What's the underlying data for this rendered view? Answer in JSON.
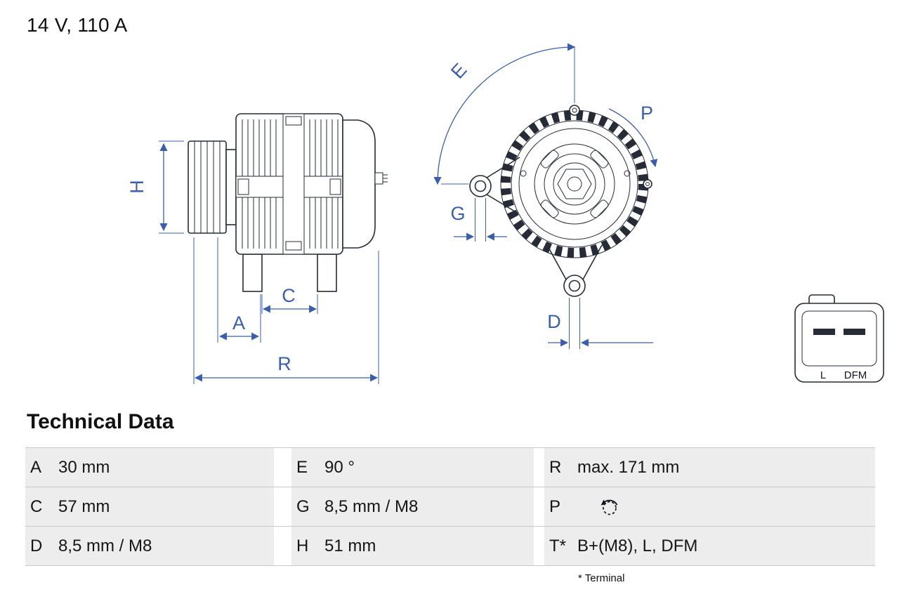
{
  "title": "14 V, 110 A",
  "section_title": "Technical Data",
  "footnote": "* Terminal",
  "diagram": {
    "labels": {
      "H": "H",
      "A": "A",
      "C": "C",
      "R": "R",
      "E": "E",
      "G": "G",
      "D": "D",
      "P": "P"
    },
    "connector": {
      "pin_left": "L",
      "pin_right": "DFM"
    },
    "icons": {
      "rotation": "rotation-direction-icon"
    },
    "colors": {
      "dimension_blue": "#3a5fa8",
      "part_dark": "#262b36"
    }
  },
  "table": {
    "rows": [
      [
        {
          "key": "A",
          "value": "30 mm"
        },
        {
          "key": "E",
          "value": "90 °"
        },
        {
          "key": "R",
          "value": "max. 171 mm"
        }
      ],
      [
        {
          "key": "C",
          "value": "57 mm"
        },
        {
          "key": "G",
          "value": "8,5 mm / M8"
        },
        {
          "key": "P",
          "value": ""
        }
      ],
      [
        {
          "key": "D",
          "value": "8,5 mm / M8"
        },
        {
          "key": "H",
          "value": "51 mm"
        },
        {
          "key": "T*",
          "value": "B+(M8), L, DFM"
        }
      ]
    ]
  }
}
